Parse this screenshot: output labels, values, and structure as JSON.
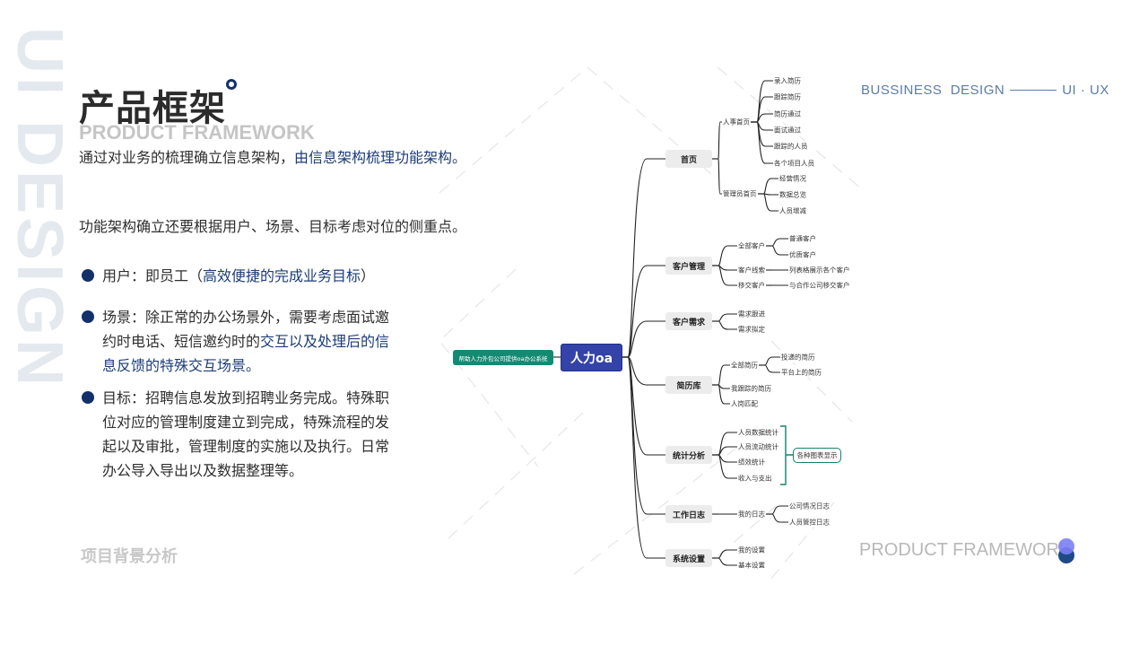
{
  "slide": {
    "watermark": "UI DESIGN",
    "title": "产品框架",
    "subtitle": "PRODUCT FRAMEWORK",
    "intro_plain": "通过对业务的梳理确立信息架构，",
    "intro_highlight": "由信息架构梳理功能架构。",
    "para2": "功能架构确立还要根据用户、场景、目标考虑对位的侧重点。",
    "bullets": [
      {
        "plain": "用户：即员工（",
        "highlight": "高效便捷的完成业务目标",
        "tail": "）"
      },
      {
        "line1": "场景：除正常的办公场景外，需要考虑面试邀",
        "line2_plain": "约时电话、短信邀约时的",
        "line2_highlight": "交互以及处理后的信",
        "line3": "息反馈的特殊交互场景。"
      },
      {
        "lines": [
          "目标：招聘信息发放到招聘业务完成。特殊职",
          "位对应的管理制度建立到完成，特殊流程的发",
          "起以及审批，管理制度的实施以及执行。日常",
          "办公导入导出以及数据整理等。"
        ]
      }
    ],
    "section_label": "项目背景分析",
    "top_right": {
      "left": "BUSSINESS  DESIGN",
      "right": "UI · UX"
    },
    "bottom_right": "PRODUCT FRAMEWORK",
    "colors": {
      "navy": "#13306a",
      "root": "#3443a8",
      "note": "#148a73",
      "accent": "#5b7ca8"
    }
  },
  "mindmap": {
    "root": "人力oa",
    "note": "帮助人力外包公司提供oa办公系统",
    "summary": "各种图表显示",
    "nodes": {
      "a": "首页",
      "a1": "人事首页",
      "a1a": "录入简历",
      "a1b": "跟踪简历",
      "a1c": "简历通过",
      "a1d": "面试通过",
      "a1e": "跟踪的人员",
      "a1f": "各个项目人员",
      "a2": "管理员首页",
      "a2a": "经营情况",
      "a2b": "数据总览",
      "a2c": "人员增减",
      "b": "客户管理",
      "b1": "全部客户",
      "b1a": "普通客户",
      "b1b": "优质客户",
      "b2": "客户线索",
      "b2a": "列表格展示各个客户",
      "b3": "移交客户",
      "b3a": "与合作公司移交客户",
      "c": "客户需求",
      "c1": "需求跟进",
      "c2": "需求拟定",
      "d": "简历库",
      "d1": "全部简历",
      "d1a": "投递的简历",
      "d1b": "平台上的简历",
      "d2": "我跟踪的简历",
      "d3": "人岗匹配",
      "e": "统计分析",
      "e1": "人员数据统计",
      "e2": "人员流动统计",
      "e3": "绩效统计",
      "e4": "收入与支出",
      "f": "工作日志",
      "f1": "我的日志",
      "f1a": "公司情况日志",
      "f1b": "人员管控日志",
      "g": "系统设置",
      "g1": "我的设置",
      "g2": "基本设置"
    }
  }
}
